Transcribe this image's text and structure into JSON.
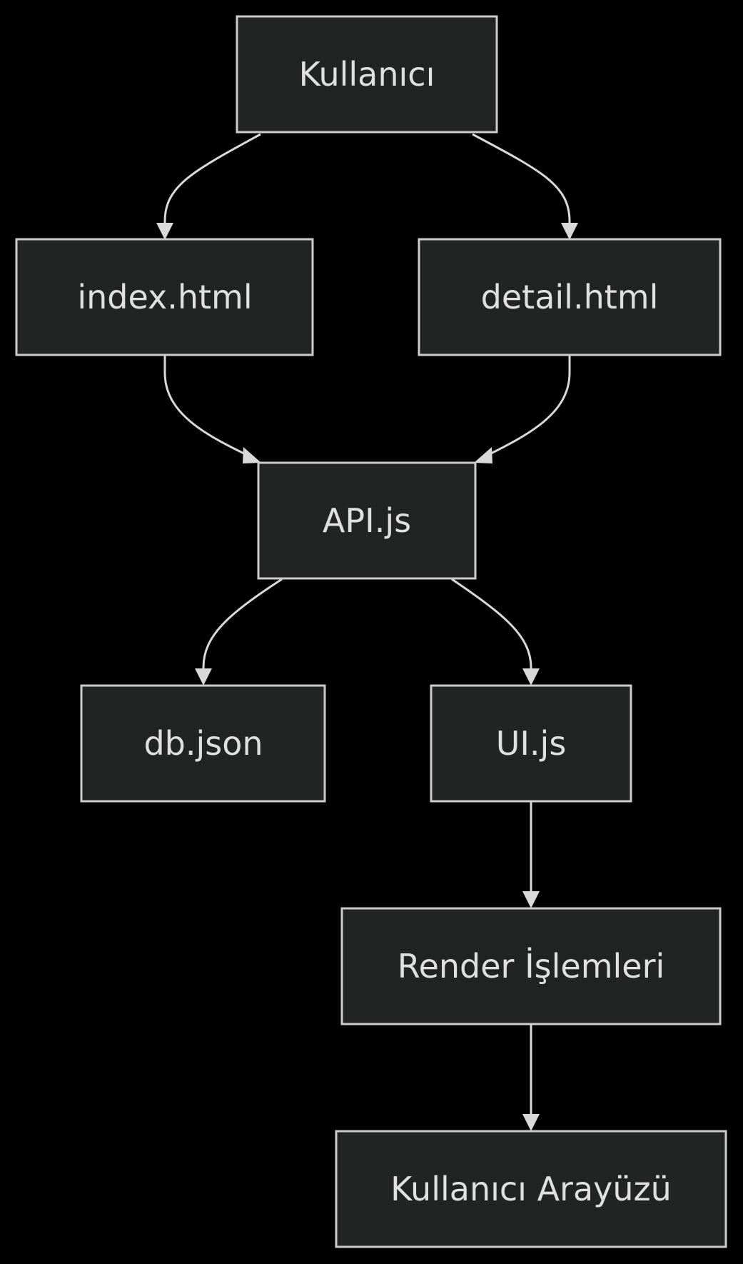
{
  "diagram": {
    "type": "flowchart",
    "direction": "top-down",
    "nodes": [
      {
        "id": "user",
        "label": "Kullanıcı"
      },
      {
        "id": "index",
        "label": "index.html"
      },
      {
        "id": "detail",
        "label": "detail.html"
      },
      {
        "id": "api",
        "label": "API.js"
      },
      {
        "id": "db",
        "label": "db.json"
      },
      {
        "id": "ui",
        "label": "UI.js"
      },
      {
        "id": "render",
        "label": "Render İşlemleri"
      },
      {
        "id": "interface",
        "label": "Kullanıcı Arayüzü"
      }
    ],
    "edges": [
      {
        "from": "user",
        "to": "index"
      },
      {
        "from": "user",
        "to": "detail"
      },
      {
        "from": "index",
        "to": "api"
      },
      {
        "from": "detail",
        "to": "api"
      },
      {
        "from": "api",
        "to": "db"
      },
      {
        "from": "api",
        "to": "ui"
      },
      {
        "from": "ui",
        "to": "render"
      },
      {
        "from": "render",
        "to": "interface"
      }
    ]
  },
  "colors": {
    "background": "#000000",
    "node_fill": "#222323",
    "node_border": "#cccccc",
    "text": "#e0e0e0",
    "edge": "#d9d9d9"
  }
}
